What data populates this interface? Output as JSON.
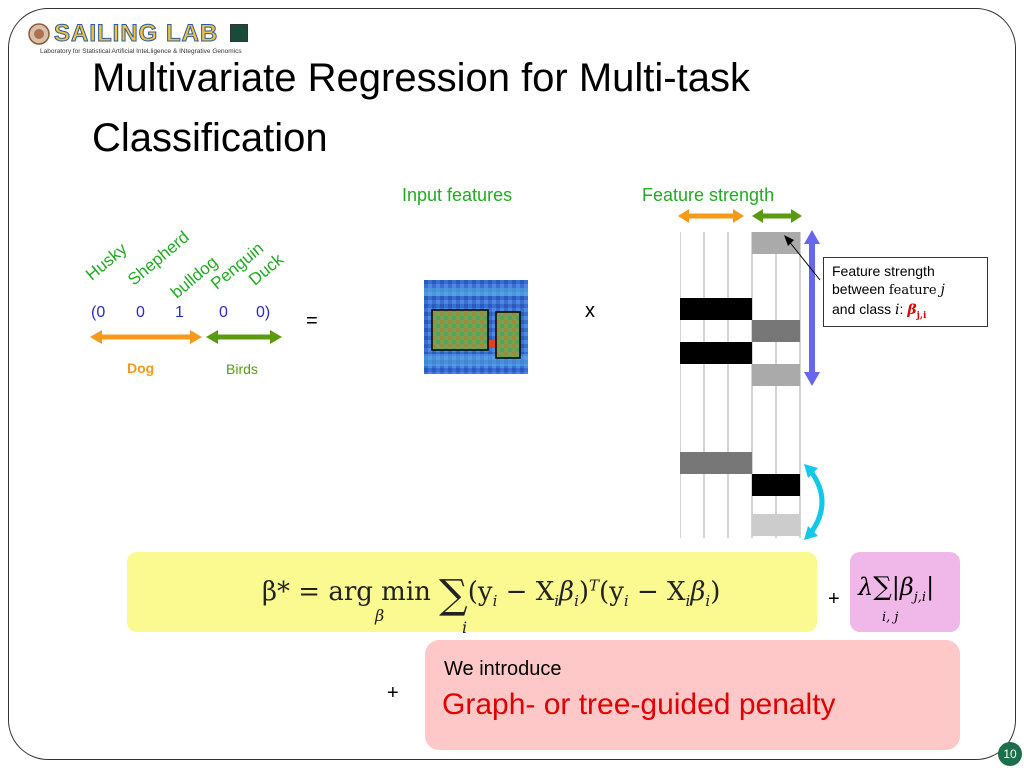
{
  "logo": {
    "text": "SAILING LAB",
    "subtitle": "Laboratory for Statistical Artificial InteLligence & INtegrative Genomics"
  },
  "title": "Multivariate Regression for Multi-task Classification",
  "labels": {
    "input_features": "Input features",
    "feature_strength": "Feature strength"
  },
  "classes": [
    "Husky",
    "Shepherd",
    "bulldog",
    "Penguin",
    "Duck"
  ],
  "vector": {
    "open": "(0",
    "v2": "0",
    "v3": "1",
    "v4": "0",
    "close": "0)"
  },
  "equals": "=",
  "times": "x",
  "groups": {
    "dog": "Dog",
    "birds": "Birds"
  },
  "callout": {
    "line1": "Feature strength",
    "line2a": "between",
    "line2b": "feature",
    "line2c": "j",
    "line3a": "and class",
    "line3b": "i",
    "line3c": ":",
    "beta": "β",
    "beta_sub": "j,i"
  },
  "formula": {
    "lhs": "β* = arg min",
    "argmin_sub": "β",
    "sum": "∑",
    "sum_sub": "i",
    "body": "(y",
    "body_parts": [
      "i",
      " − X",
      "i",
      "β",
      "i",
      ")",
      "T",
      "(y",
      "i",
      " − X",
      "i",
      "β",
      "i",
      ")"
    ]
  },
  "plus1": "+",
  "penalty": {
    "lambda": "λ",
    "sum": "∑",
    "sub": "i, j",
    "abs_open": "|",
    "beta": "β",
    "beta_sub": "j,i",
    "abs_close": "|"
  },
  "plus2": "+",
  "intro": {
    "line1": "We introduce",
    "line2": "Graph- or tree-guided penalty"
  },
  "page_number": "10",
  "colors": {
    "green": "#22aa22",
    "blue": "#2a2ad0",
    "orange": "#f59a1a",
    "olive": "#5a9a10",
    "red": "#e00000"
  }
}
